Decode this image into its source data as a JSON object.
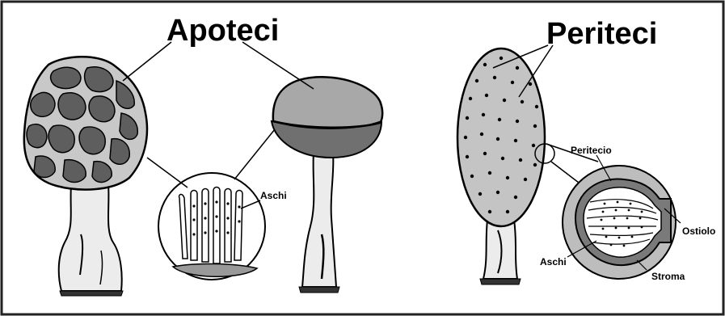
{
  "figure": {
    "left_title": "Apoteci",
    "right_title": "Periteci",
    "labels": {
      "aschi_left": "Aschi",
      "peritecio": "Peritecio",
      "ostiolo": "Ostiolo",
      "aschi_right": "Aschi",
      "stroma": "Stroma"
    }
  },
  "colors": {
    "border": "#222222",
    "morel_cap_light": "#c8c8c8",
    "morel_cap_dark": "#5e5e5e",
    "stem": "#ececec",
    "cup_top": "#a8a8a8",
    "cup_underside": "#707070",
    "perithecium_body": "#c4c4c4",
    "section_bg": "#bdbdbd",
    "ink": "#000000"
  }
}
